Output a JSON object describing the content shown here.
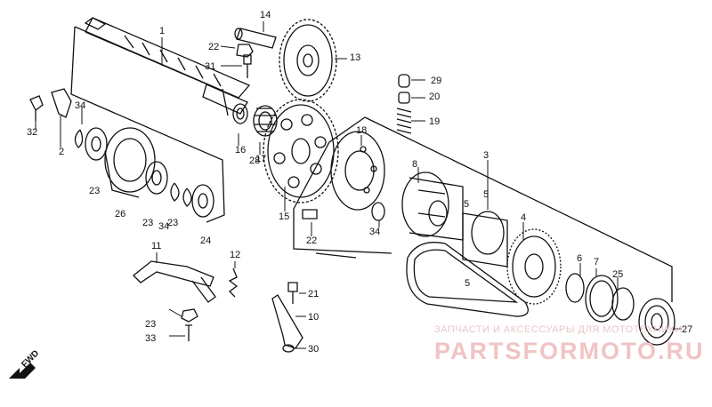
{
  "diagram": {
    "labels": [
      "1",
      "2",
      "3",
      "4",
      "5",
      "5",
      "5",
      "6",
      "7",
      "8",
      "10",
      "11",
      "12",
      "13",
      "14",
      "15",
      "16",
      "17",
      "18",
      "19",
      "20",
      "21",
      "22",
      "22",
      "23",
      "23",
      "23",
      "23",
      "24",
      "25",
      "26",
      "27",
      "28",
      "29",
      "30",
      "31",
      "32",
      "33",
      "34",
      "34",
      "34"
    ]
  },
  "watermark": {
    "top_text": "ЗАПЧАСТИ И АКСЕССУАРЫ ДЛЯ МОТОТЕХНИКИ",
    "brand_text": "PARTSFORMOTO.RU"
  },
  "fwd_label": "FWD"
}
